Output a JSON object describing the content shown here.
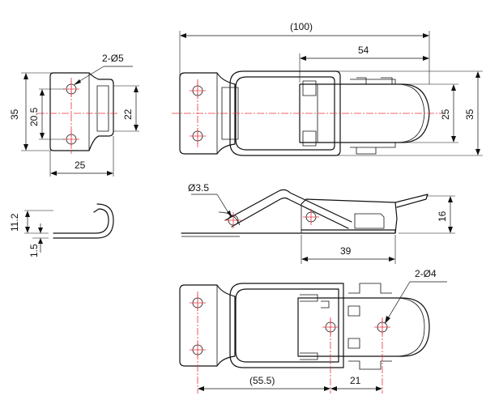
{
  "colors": {
    "outline": "#111111",
    "center_line": "#e8323c",
    "background": "#ffffff"
  },
  "front_view": {
    "overall_width": "(100)",
    "latch_width": "54",
    "latch_height": "25",
    "overall_height": "35"
  },
  "keeper_view": {
    "holes_note": "2-Ø5",
    "height": "35",
    "hole_spacing": "20.5",
    "inner_height": "22",
    "width": "25"
  },
  "keeper_side": {
    "hook_height": "11.2",
    "thickness": "1.5"
  },
  "side_view": {
    "pin_dia": "Ø3.5",
    "height": "16",
    "base_length": "39"
  },
  "open_view": {
    "holes_note": "2-Ø4",
    "center_distance": "(55.5)",
    "hole_pitch": "21"
  }
}
